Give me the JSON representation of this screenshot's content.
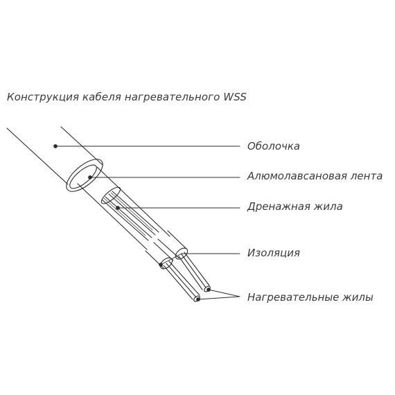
{
  "title": "Конструкция кабеля нагревательного WSS",
  "labels": [
    "Оболочка",
    "Алюмолавсановая лента",
    "Дренажная жила",
    "Изоляция",
    "Нагревательные жилы"
  ],
  "icons": {
    "cable": "heating-cable-cross-section-icon"
  }
}
